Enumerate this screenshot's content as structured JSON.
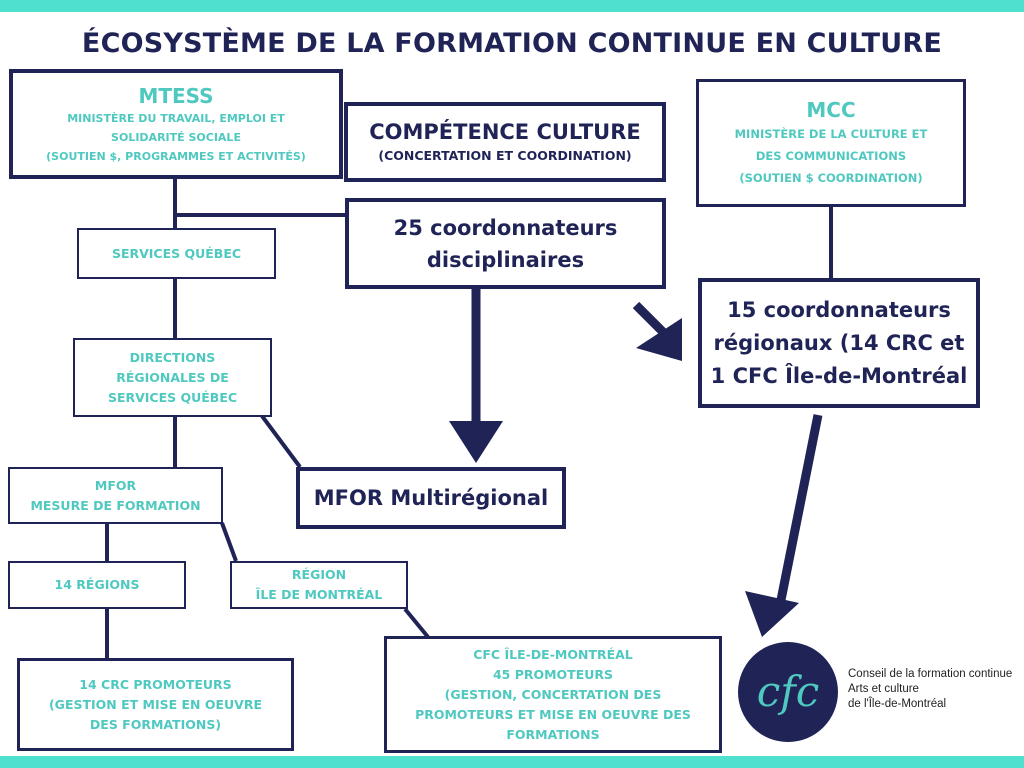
{
  "title": "ÉCOSYSTÈME DE LA FORMATION CONTINUE EN CULTURE",
  "mtess": {
    "acronym": "MTESS",
    "line1": "MINISTÈRE DU TRAVAIL, EMPLOI ET",
    "line2": "SOLIDARITÉ SOCIALE",
    "line3": "(SOUTIEN $, PROGRAMMES ET ACTIVITÉS)"
  },
  "competence": {
    "name": "COMPÉTENCE CULTURE",
    "role": "(CONCERTATION ET COORDINATION)"
  },
  "mcc": {
    "acronym": "MCC",
    "line1": "MINISTÈRE DE LA CULTURE ET",
    "line2": "DES COMMUNICATIONS",
    "line3": "(SOUTIEN $ COORDINATION)"
  },
  "coord_disciplinaires": {
    "line1": "25 coordonnateurs",
    "line2": "disciplinaires"
  },
  "coord_regionaux": {
    "line1": "15 coordonnateurs",
    "line2": "régionaux (14 CRC et",
    "line3": "1 CFC Île-de-Montréal"
  },
  "services_quebec": "SERVICES QUÉBEC",
  "directions": {
    "line1": "DIRECTIONS",
    "line2": "RÉGIONALES DE",
    "line3": "SERVICES QUÉBEC"
  },
  "mfor_multi": "MFOR Multirégional",
  "mfor": {
    "line1": "MFOR",
    "line2": "MESURE DE FORMATION"
  },
  "regions14": "14 RÉGIONS",
  "region_mtl": {
    "line1": "RÉGION",
    "line2": "ÎLE DE MONTRÉAL"
  },
  "crc": {
    "line1": "14 CRC PROMOTEURS",
    "line2": "(GESTION ET MISE EN OEUVRE",
    "line3": "DES FORMATIONS)"
  },
  "cfc_mtl": {
    "line1": "CFC ÎLE-DE-MONTRÉAL",
    "line2": "45 PROMOTEURS",
    "line3": "(GESTION, CONCERTATION DES",
    "line4": "PROMOTEURS ET MISE EN OEUVRE DES",
    "line5": "FORMATIONS"
  },
  "logo": {
    "mark": "cfc",
    "line1": "Conseil de la formation continue",
    "line2": "Arts et culture",
    "line3": "de l'Île-de-Montréal"
  },
  "colors": {
    "navy": "#1f2355",
    "teal": "#4fc9c0",
    "bar": "#4fe0cf"
  }
}
